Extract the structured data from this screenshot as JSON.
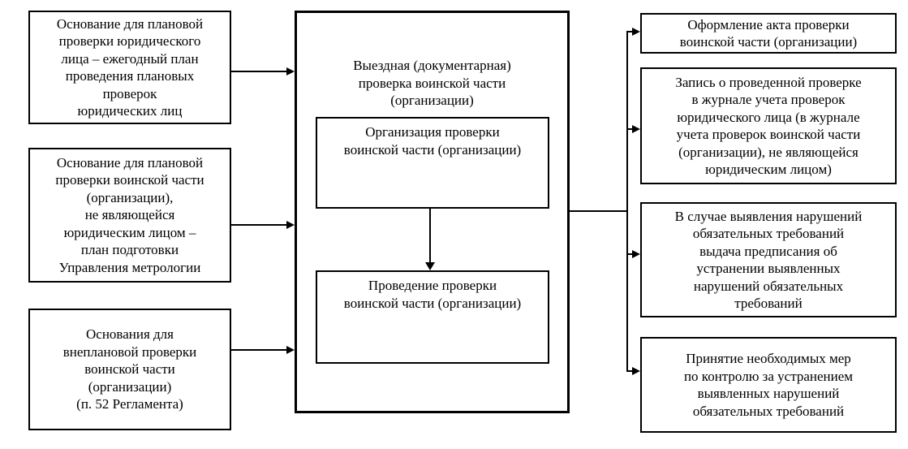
{
  "diagram": {
    "description": "Flowchart of on-site (documentary) inspection procedure of a military unit (organization)",
    "colors": {
      "background": "#ffffff",
      "box_border": "#000000",
      "line": "#000000",
      "text": "#000000"
    },
    "left_boxes": [
      {
        "text": "Основание для плановой\nпроверки юридического\nлица – ежегодный план\nпроведения плановых\nпроверок\nюридических лиц"
      },
      {
        "text": "Основание для плановой\nпроверки воинской части\n(организации),\nне являющейся\nюридическим лицом –\nплан подготовки\nУправления метрологии"
      },
      {
        "text": "Основания для\nвнеплановой проверки\nвоинской части\n(организации)\n(п. 52 Регламента)"
      }
    ],
    "center": {
      "title": "Выездная (документарная)\nпроверка воинской части\n(организации)",
      "steps": [
        {
          "text": "Организация проверки\nвоинской части (организации)"
        },
        {
          "text": "Проведение проверки\nвоинской части (организации)"
        }
      ]
    },
    "right_boxes": [
      {
        "text": "Оформление акта проверки\nвоинской части (организации)"
      },
      {
        "text": "Запись о проведенной проверке\nв журнале учета проверок\nюридического лица (в журнале\nучета проверок воинской части\n(организации), не являющейся\nюридическим лицом)"
      },
      {
        "text": "В случае выявления нарушений\nобязательных требований\nвыдача предписания об\nустранении выявленных\nнарушений обязательных\nтребований"
      },
      {
        "text": "Принятие необходимых мер\nпо контролю за устранением\nвыявленных нарушений\nобязательных требований"
      }
    ]
  }
}
